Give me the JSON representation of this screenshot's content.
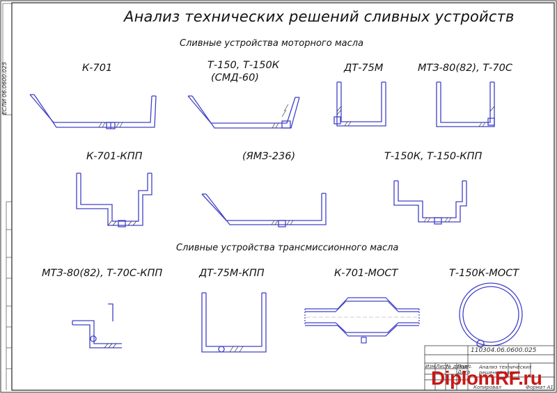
{
  "title": "Анализ технических решений сливных устройств",
  "sections": {
    "motor_oil": "Сливные устройства моторного масла",
    "transmission_oil": "Сливные устройства трансмиссионного масла"
  },
  "motor_labels": {
    "k701": "К-701",
    "t150_line1": "Т-150, Т-150К",
    "t150_line2": "(СМД-60)",
    "dt75m": "ДТ-75М",
    "mtz80": "МТЗ-80(82), Т-70С",
    "k701_kpp": "К-701-КПП",
    "yamz236": "(ЯМЗ-236)",
    "t150k_kpp": "Т-150К, Т-150-КПП"
  },
  "transmission_labels": {
    "mtz80_kpp": "МТЗ-80(82), Т-70С-КПП",
    "dt75m_kpp": "ДТ-75М-КПП",
    "k701_most": "К-701-МОСТ",
    "t150k_most": "Т-150К-МОСТ"
  },
  "frame_code": "ЕСЛИ 06.0600.025",
  "title_block": {
    "doc_code": "110304.06.0600.025",
    "name_line1": "Анализ технических",
    "name_line2": "решений слив.",
    "row_labels": [
      "Изм",
      "Лист",
      "№ докум.",
      "Подп.",
      "Дата"
    ],
    "bottom_left": "Копировал",
    "bottom_right": "Формат А1"
  },
  "watermark": "DiplomRF.ru",
  "colors": {
    "line": "#4040c8",
    "hatch": "#1a1a1a",
    "frame": "#222222",
    "watermark": "#c81818"
  }
}
